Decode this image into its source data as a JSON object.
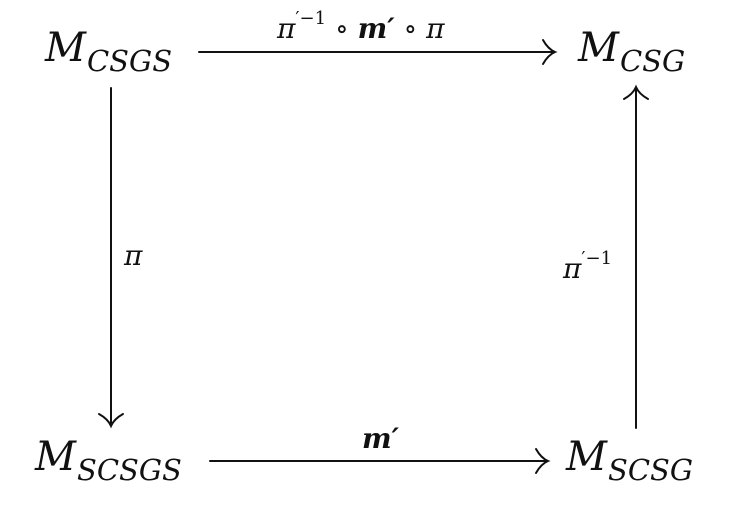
{
  "nodes": {
    "top_left": {
      "base": "M",
      "sub": "CSGS"
    },
    "top_right": {
      "base": "M",
      "sub": "CSG"
    },
    "bottom_left": {
      "base": "M",
      "sub": "SCSGS"
    },
    "bottom_right": {
      "base": "M",
      "sub": "SCSG"
    }
  },
  "edges": {
    "top": {
      "pi1": "π",
      "pi1_sup": "′−1",
      "circ1": "∘",
      "m": "m",
      "m_prime": "′",
      "circ2": "∘",
      "pi2": "π"
    },
    "left": {
      "label": "π"
    },
    "right": {
      "pi": "π",
      "sup": "′−1"
    },
    "bottom": {
      "m": "m",
      "m_prime": "′"
    }
  }
}
